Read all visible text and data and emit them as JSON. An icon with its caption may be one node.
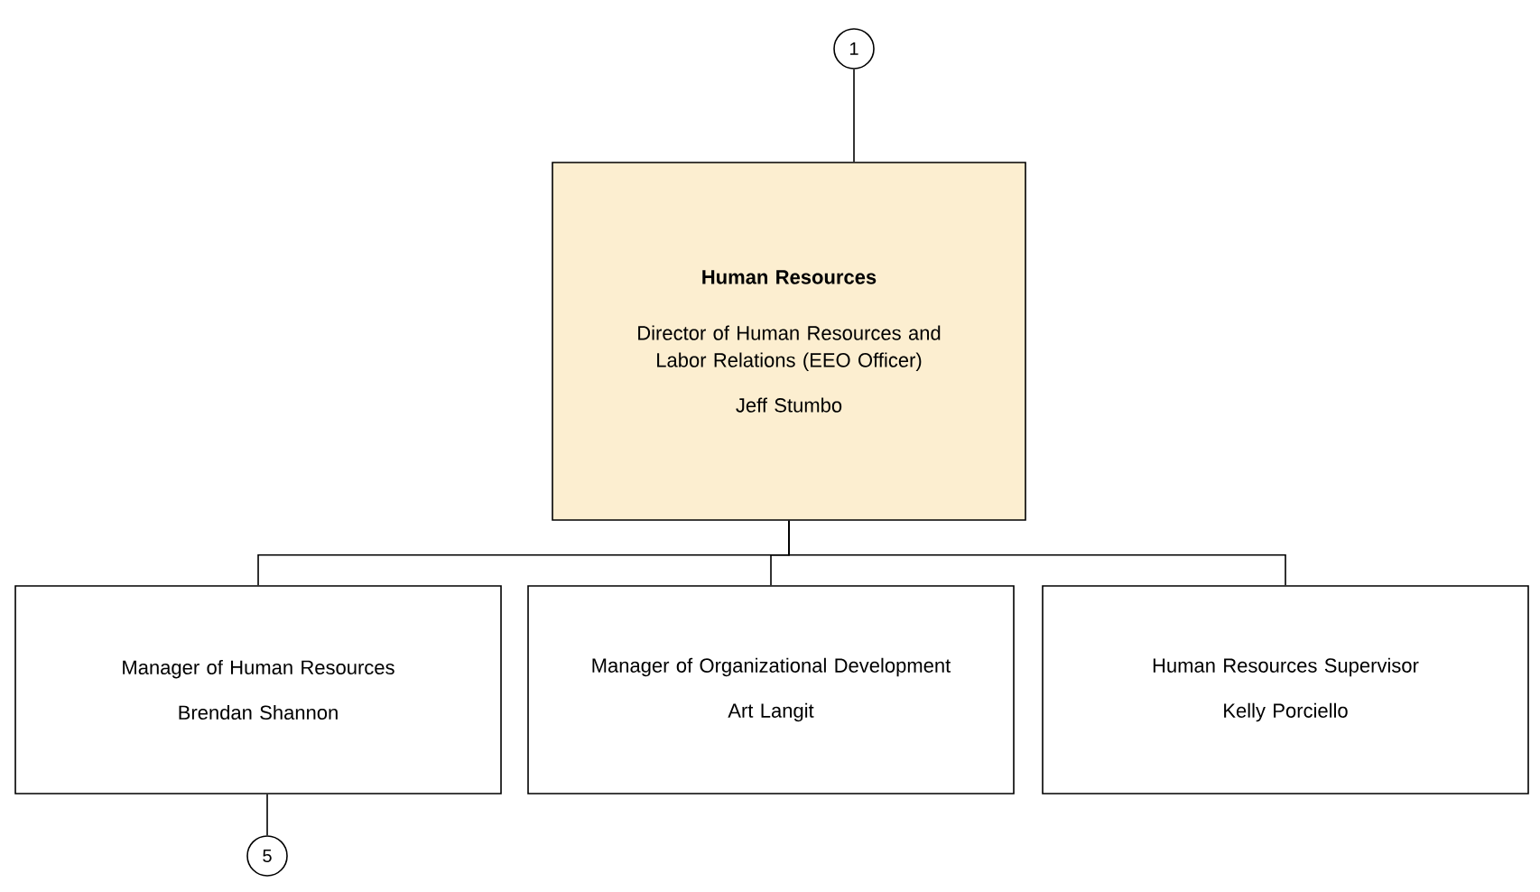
{
  "diagram": {
    "nodes": [
      {
        "text": [
          "1"
        ]
      },
      {
        "text": [
          "Human Resources",
          "Director of Human Resources and Labor Relations (EEO Officer)",
          "Jeff Stumbo"
        ]
      },
      {
        "text": [
          "Manager of Human Resources",
          "Brendan Shannon"
        ]
      },
      {
        "text": [
          "Manager of Organizational Development",
          "Art Langit"
        ]
      },
      {
        "text": [
          "Human Resources Supervisor",
          "Kelly Porciello"
        ]
      },
      {
        "text": [
          "5"
        ]
      }
    ],
    "edges": [
      {
        "from": 0,
        "to": 1,
        "arrow": "none"
      },
      {
        "from": 1,
        "to": 2,
        "arrow": "none"
      },
      {
        "from": 1,
        "to": 3,
        "arrow": "none"
      },
      {
        "from": 1,
        "to": 4,
        "arrow": "none"
      },
      {
        "from": 2,
        "to": 5,
        "arrow": "none"
      }
    ]
  }
}
